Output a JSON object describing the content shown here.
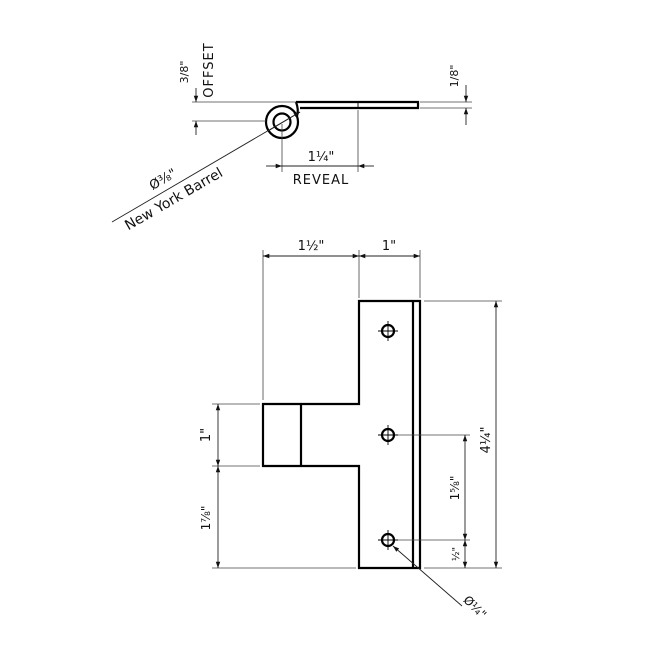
{
  "top_view": {
    "offset_value": "3/8\"",
    "offset_label": "OFFSET",
    "thickness_value": "1/8\"",
    "reveal_value": "1¼\"",
    "reveal_label": "REVEAL",
    "barrel_diameter": "Ø⅜\"",
    "barrel_label": "New York Barrel"
  },
  "front_view": {
    "width_left": "1½\"",
    "width_right": "1\"",
    "height_total": "4¼\"",
    "knuckle_height": "1\"",
    "lower_offset": "1⅞\"",
    "hole_spacing": "1⅝\"",
    "hole_edge": "½\"",
    "hole_diameter": "Ø¼\""
  },
  "colors": {
    "line": "#000000",
    "background": "#ffffff"
  }
}
